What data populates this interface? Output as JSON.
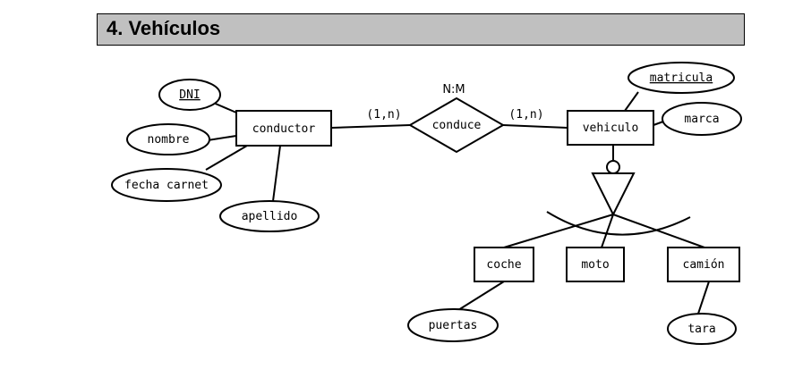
{
  "section_title": "4. Vehículos",
  "entities": {
    "conductor": "conductor",
    "vehiculo": "vehiculo",
    "coche": "coche",
    "moto": "moto",
    "camion": "camión"
  },
  "relationship": {
    "name": "conduce",
    "type": "N:M",
    "card_left": "(1,n)",
    "card_right": "(1,n)"
  },
  "attributes": {
    "dni": "DNI",
    "nombre": "nombre",
    "fecha_carnet": "fecha carnet",
    "apellido": "apellido",
    "matricula": "matricula",
    "marca": "marca",
    "puertas": "puertas",
    "tara": "tara"
  }
}
